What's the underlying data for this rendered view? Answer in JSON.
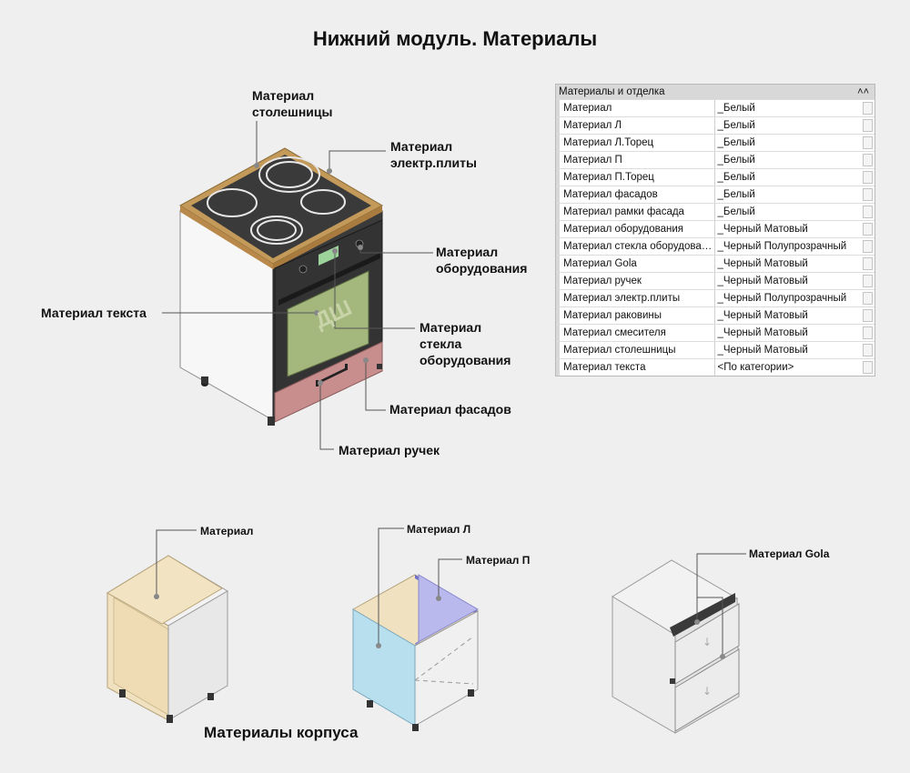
{
  "title": "Нижний модуль. Материалы",
  "callouts": {
    "countertop": [
      "Материал",
      "столешницы"
    ],
    "stove": [
      "Материал",
      "электр.плиты"
    ],
    "equipment": [
      "Материал",
      "оборудования"
    ],
    "text": "Материал текста",
    "glass": [
      "Материал",
      "стекла",
      "оборудования"
    ],
    "facades": "Материал фасадов",
    "handles": "Материал ручек",
    "body_material": "Материал",
    "body_left": "Материал Л",
    "body_right": "Материал П",
    "gola": "Материал Gola"
  },
  "oven_text": "ДШ",
  "body_caption": "Материалы корпуса",
  "properties": {
    "header": "Материалы и отделка",
    "collapse_icon": "double-chevron-up-icon",
    "rows": [
      {
        "name": "Материал",
        "value": "_Белый"
      },
      {
        "name": "Материал Л",
        "value": "_Белый"
      },
      {
        "name": "Материал Л.Торец",
        "value": "_Белый"
      },
      {
        "name": "Материал П",
        "value": "_Белый"
      },
      {
        "name": "Материал П.Торец",
        "value": "_Белый"
      },
      {
        "name": "Материал фасадов",
        "value": "_Белый"
      },
      {
        "name": "Материал рамки фасада",
        "value": "_Белый"
      },
      {
        "name": "Материал оборудования",
        "value": "_Черный Матовый"
      },
      {
        "name": "Материал стекла оборудования",
        "value": "_Черный Полупрозрачный"
      },
      {
        "name": "Материал Gola",
        "value": "_Черный Матовый"
      },
      {
        "name": "Материал ручек",
        "value": "_Черный Матовый"
      },
      {
        "name": "Материал электр.плиты",
        "value": "_Черный Полупрозрачный"
      },
      {
        "name": "Материал раковины",
        "value": "_Черный Матовый"
      },
      {
        "name": "Материал смесителя",
        "value": "_Черный Матовый"
      },
      {
        "name": "Материал столешницы",
        "value": "_Черный Матовый"
      },
      {
        "name": "Материал текста",
        "value": "<По категории>"
      }
    ]
  },
  "colors": {
    "countertop": "#c49a5a",
    "cooktop": "#3a3a3a",
    "glass": "#a4b87e",
    "facade": "#c88d8d",
    "body_beige": "#f0e2c0",
    "body_blue": "#b8dfee",
    "body_violet": "#b9b9ee",
    "leader": "#555555"
  }
}
